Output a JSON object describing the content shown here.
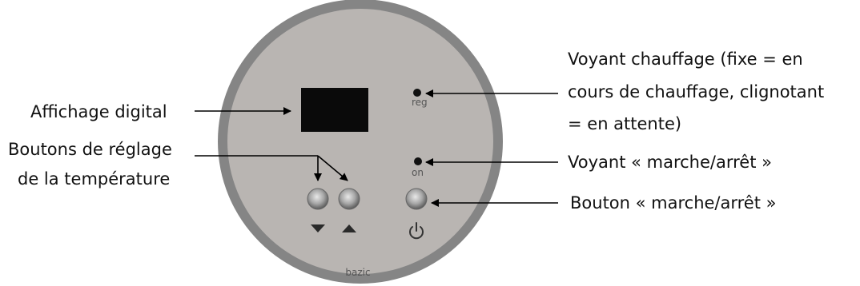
{
  "panel": {
    "brand": "bazic",
    "reg_label": "reg",
    "on_label": "on"
  },
  "labels": {
    "affichage": "Affichage digital",
    "boutons_reglage_line1": "Boutons de réglage",
    "boutons_reglage_line2": "de la température",
    "voyant_chauffage_line1": "Voyant chauffage (fixe = en",
    "voyant_chauffage_line2": "cours de chauffage, clignotant",
    "voyant_chauffage_line3": "= en attente)",
    "voyant_marche": "Voyant « marche/arrêt »",
    "bouton_marche": "Bouton « marche/arrêt »"
  },
  "colors": {
    "ring": "#858585",
    "face": "#b9b5b2",
    "display": "#0a0a0a",
    "button": "#9a9a9a"
  }
}
